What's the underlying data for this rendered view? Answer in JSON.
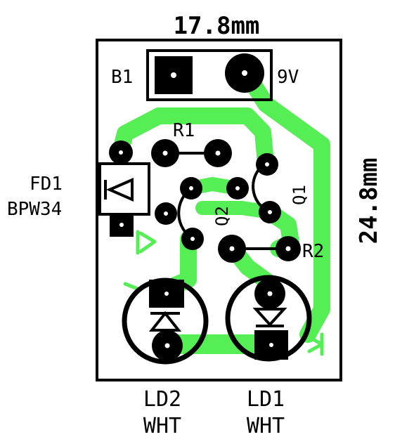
{
  "dimensions": {
    "width_label": "17.8mm",
    "height_label": "24.8mm"
  },
  "components": {
    "b1": {
      "ref": "B1",
      "value": "9V"
    },
    "r1": {
      "ref": "R1"
    },
    "r2": {
      "ref": "R2"
    },
    "q1": {
      "ref": "Q1"
    },
    "q2": {
      "ref": "Q2"
    },
    "fd1": {
      "ref": "FD1",
      "value": "BPW34"
    },
    "ld1": {
      "ref": "LD1",
      "value": "WHT"
    },
    "ld2": {
      "ref": "LD2",
      "value": "WHT"
    }
  },
  "colors": {
    "trace": "#55ee55",
    "silkscreen": "#000000",
    "board": "#ffffff"
  }
}
